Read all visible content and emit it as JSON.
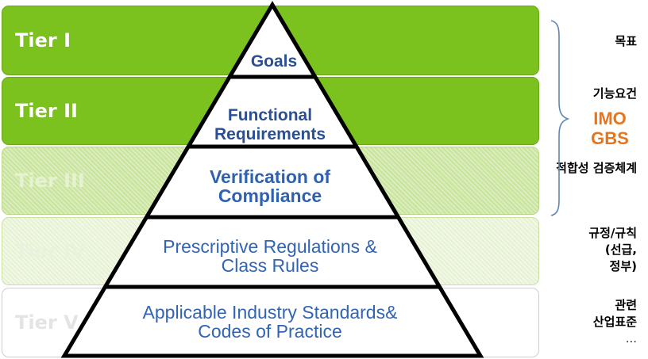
{
  "tiers": [
    {
      "label": "Tier I",
      "korean": [
        "목표"
      ]
    },
    {
      "label": "Tier II",
      "korean": [
        "기능요건"
      ]
    },
    {
      "label": "Tier III",
      "korean": [
        "적합성 검증체계"
      ]
    },
    {
      "label": "Tier IV",
      "korean": [
        "규정/규칙",
        "(선급,",
        "정부)"
      ]
    },
    {
      "label": "Tier V",
      "korean": [
        "관련",
        "산업표준",
        "..."
      ]
    }
  ],
  "pyramid_layers": [
    [
      "Goals"
    ],
    [
      "Functional",
      "Requirements"
    ],
    [
      "Verification of",
      "Compliance"
    ],
    [
      "Prescriptive Regulations &",
      "Class Rules"
    ],
    [
      "Applicable Industry Standards&",
      "Codes of Practice"
    ]
  ],
  "bracket_label": [
    "IMO",
    "GBS"
  ],
  "colors": {
    "tier_green": "#7cc21f",
    "tier_light_green": "#c8e49b",
    "tier_pale_green": "#e6f1d2",
    "pyramid_text": "#2b5aa3",
    "accent_orange": "#e8741c"
  }
}
